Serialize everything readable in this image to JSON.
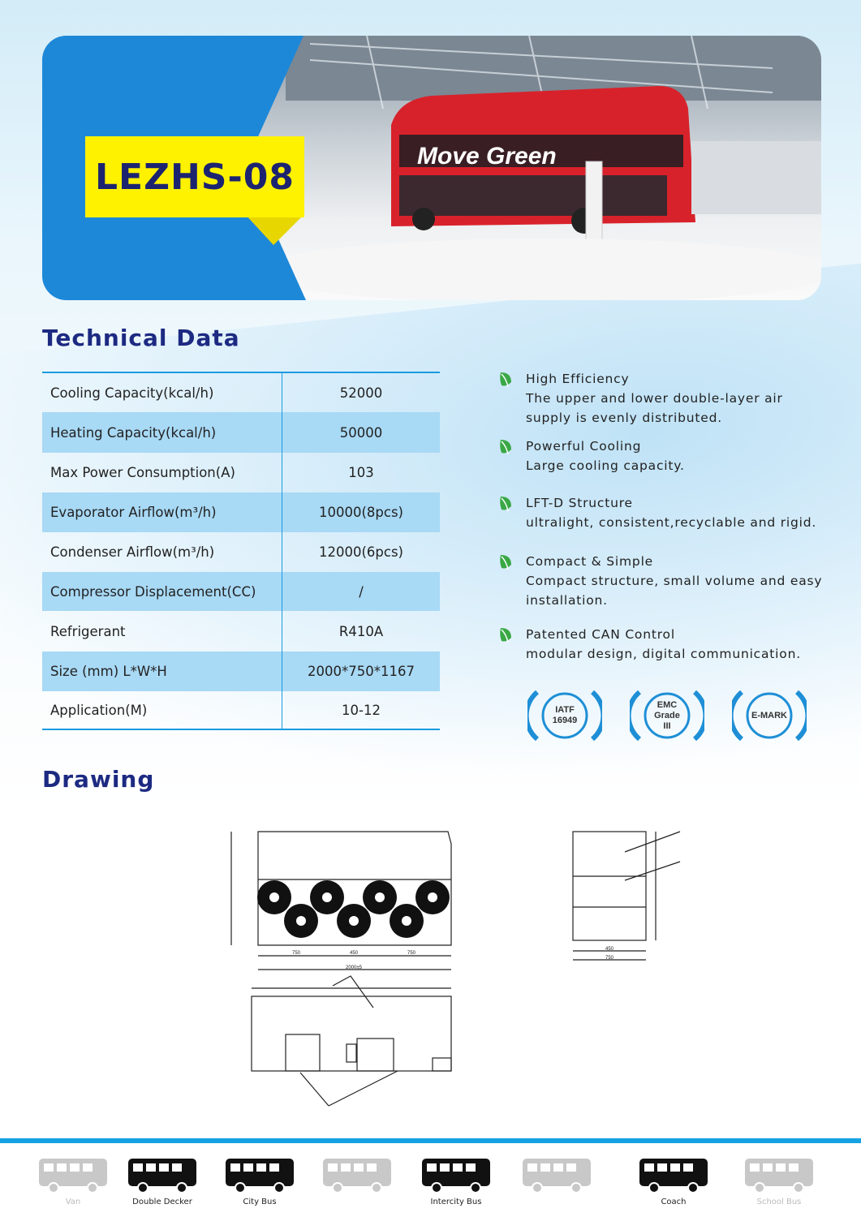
{
  "hero": {
    "model": "LEZHS-08",
    "bus_livery": "Move Green"
  },
  "technical": {
    "title": "Technical Data",
    "rows": [
      {
        "label": "Cooling  Capacity(kcal/h)",
        "value": "52000",
        "shaded": false
      },
      {
        "label": "Heating  Capacity(kcal/h)",
        "value": "50000",
        "shaded": true
      },
      {
        "label": "Max Power Consumption(A)",
        "value": "103",
        "shaded": false
      },
      {
        "label": "Evaporator  Airflow(m³/h)",
        "value": "10000(8pcs)",
        "shaded": true
      },
      {
        "label": "Condenser  Airflow(m³/h)",
        "value": "12000(6pcs)",
        "shaded": false
      },
      {
        "label": "Compressor Displacement(CC)",
        "value": "/",
        "shaded": true
      },
      {
        "label": "Refrigerant",
        "value": "R410A",
        "shaded": false
      },
      {
        "label": "Size (mm) L*W*H",
        "value": "2000*750*1167",
        "shaded": true
      },
      {
        "label": "Application(M)",
        "value": "10-12",
        "shaded": false
      }
    ]
  },
  "features": [
    {
      "title": "High Efficiency",
      "desc": "The upper and lower double-layer air supply is evenly distributed.",
      "icon": "leaf-icon"
    },
    {
      "title": "Powerful Cooling",
      "desc": "Large cooling capacity.",
      "icon": "leaf-icon"
    },
    {
      "title": "LFT-D Structure",
      "desc": "ultralight, consistent,recyclable and rigid.",
      "icon": "leaf-icon"
    },
    {
      "title": "Compact & Simple",
      "desc": "Compact structure, small volume and easy installation.",
      "icon": "leaf-icon"
    },
    {
      "title": "Patented CAN Control",
      "desc": "modular design, digital communication.",
      "icon": "leaf-icon"
    }
  ],
  "certifications": [
    {
      "line1": "IATF",
      "line2": "16949",
      "line3": ""
    },
    {
      "line1": "EMC",
      "line2": "Grade",
      "line3": "III"
    },
    {
      "line1": "E-MARK",
      "line2": "",
      "line3": ""
    }
  ],
  "drawing": {
    "title": "Drawing",
    "dims": {
      "a": "750",
      "b": "450",
      "c": "750",
      "total": "2000±5",
      "w1": "450",
      "w2": "750"
    }
  },
  "vehicles": [
    {
      "label": "Van",
      "active": false
    },
    {
      "label": "Double Decker",
      "active": true
    },
    {
      "label": "City Bus",
      "active": true
    },
    {
      "label": "",
      "active": false
    },
    {
      "label": "Intercity Bus",
      "active": true
    },
    {
      "label": "",
      "active": false
    },
    {
      "label": "Coach",
      "active": true
    },
    {
      "label": "School Bus",
      "active": false
    }
  ],
  "colors": {
    "accent": "#1a9be0",
    "title": "#1d2a82",
    "shaded_row": "#a8d9f5",
    "model_bg": "#fff200",
    "leaf": "#3aa845"
  }
}
